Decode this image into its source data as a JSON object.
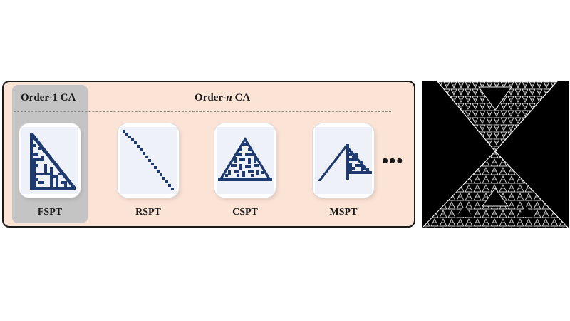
{
  "headings": {
    "order1": "Order-1 CA",
    "orderN_prefix": "Order-",
    "orderN_var": "n",
    "orderN_suffix": " CA"
  },
  "cards": [
    {
      "label": "FSPT"
    },
    {
      "label": "RSPT"
    },
    {
      "label": "CSPT"
    },
    {
      "label": "MSPT"
    }
  ],
  "ellipsis": "•••",
  "colors": {
    "panel_bg": "#fbe3d6",
    "order1_bg": "#c4c4c4",
    "pattern": "#1f3a6e",
    "card_bg": "#eef2f8"
  }
}
